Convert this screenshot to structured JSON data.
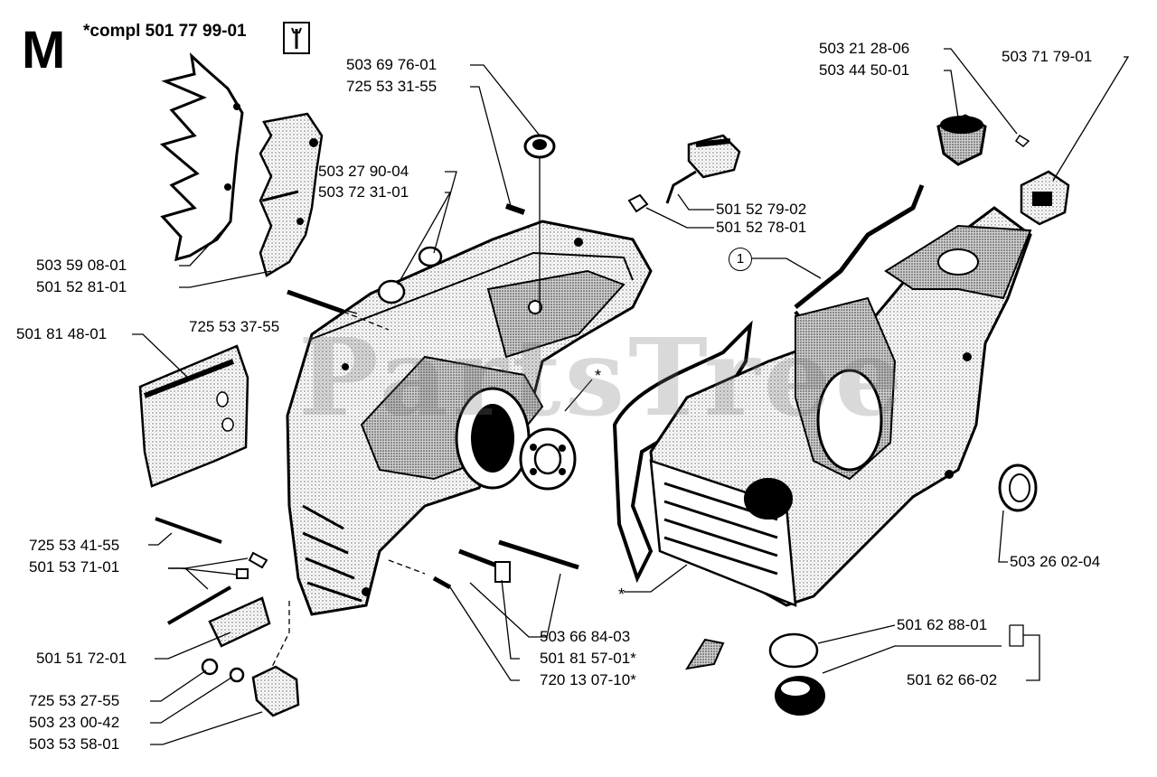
{
  "header": {
    "section_letter": "M",
    "compl_label": "*compl 501 77 99-01",
    "tool_icon": "wrench-icon"
  },
  "watermark": "PartsTree",
  "callout_number": "1",
  "star_marker": "*",
  "labels": {
    "p503_69_76_01": "503 69 76-01",
    "p725_53_31_55": "725 53 31-55",
    "p503_27_90_04": "503 27 90-04",
    "p503_72_31_01": "503 72 31-01",
    "p503_59_08_01": "503 59 08-01",
    "p501_52_81_01": "501 52 81-01",
    "p725_53_37_55": "725 53 37-55",
    "p501_81_48_01": "501 81 48-01",
    "p725_53_41_55": "725 53 41-55",
    "p501_53_71_01": "501 53 71-01",
    "p501_51_72_01": "501 51 72-01",
    "p725_53_27_55": "725 53 27-55",
    "p503_23_00_42": "503 23 00-42",
    "p503_53_58_01": "503 53 58-01",
    "p503_66_84_03": "503 66 84-03",
    "p501_81_57_01": "501 81 57-01*",
    "p720_13_07_10": "720 13 07-10*",
    "p501_52_79_02": "501 52 79-02",
    "p501_52_78_01": "501 52 78-01",
    "p503_21_28_06": "503 21 28-06",
    "p503_44_50_01": "503 44 50-01",
    "p503_71_79_01": "503 71 79-01",
    "p503_26_02_04": "503 26 02-04",
    "p501_62_88_01": "501 62 88-01",
    "p501_62_66_02": "501 62 66-02"
  }
}
